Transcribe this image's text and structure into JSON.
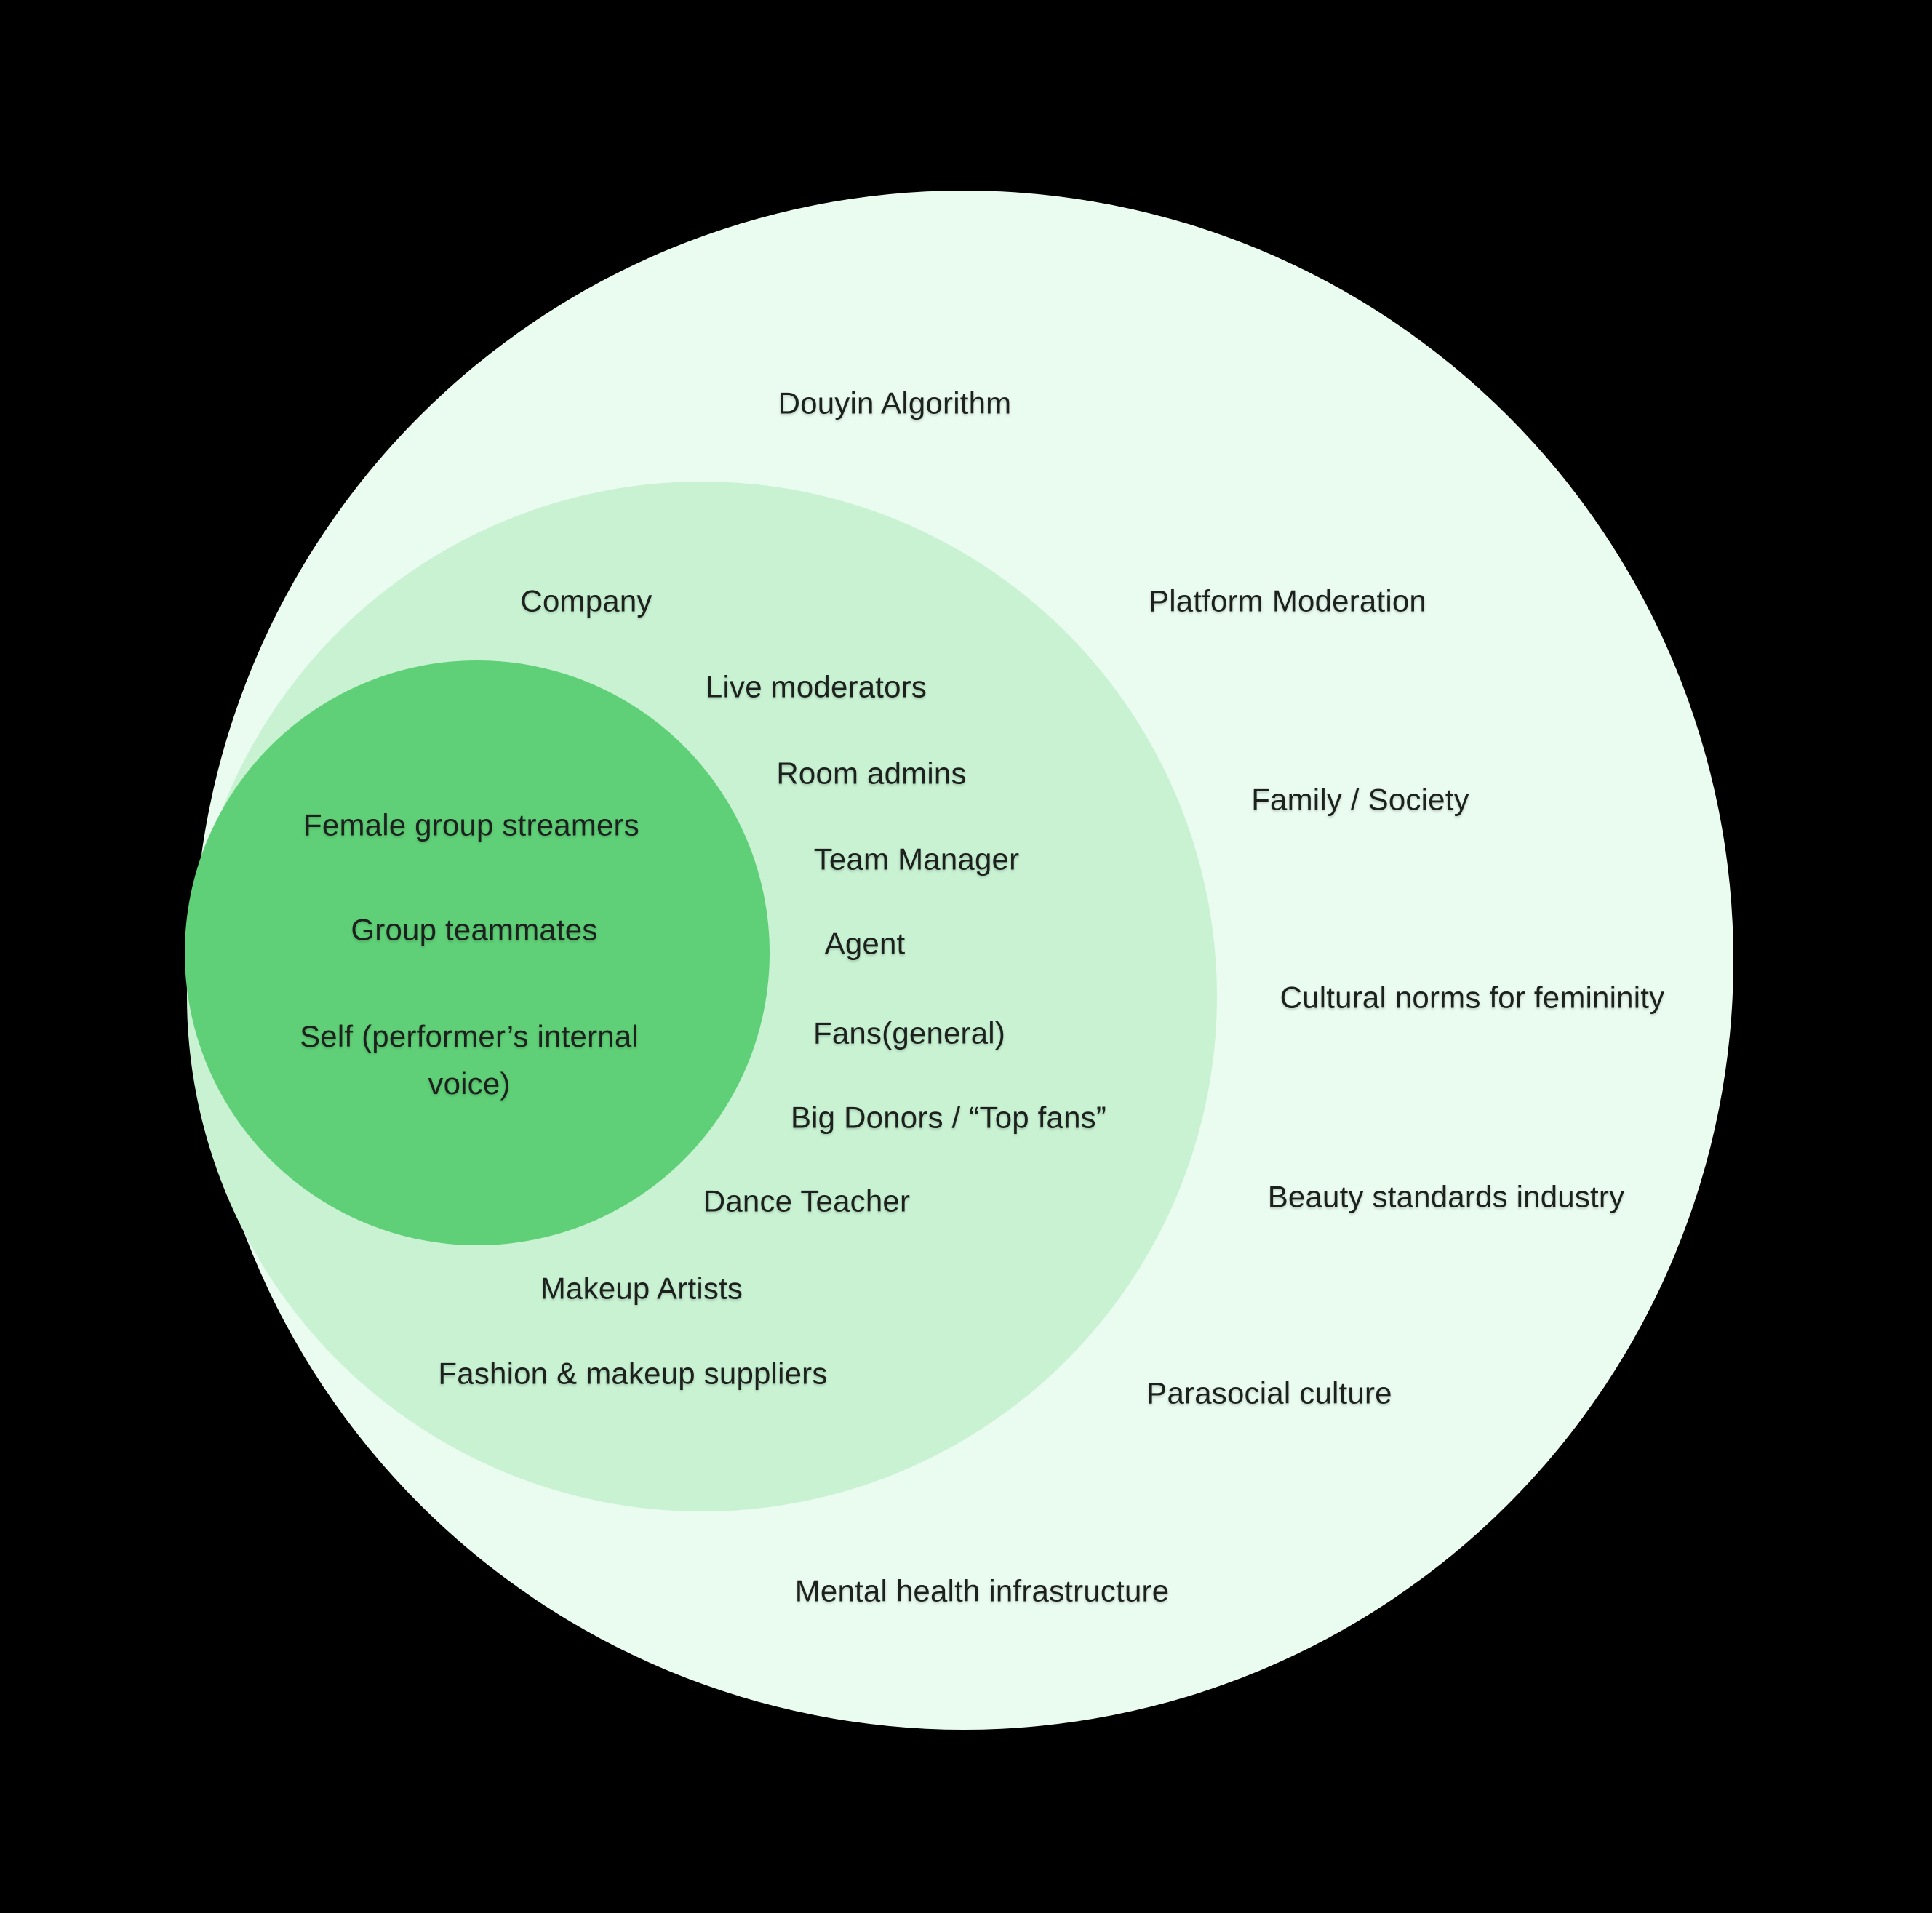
{
  "diagram": {
    "title_hint": "Nested ecological-systems map of influences on female group streamers",
    "background_color": "#000000",
    "text_color": "#1d211d",
    "rings": [
      {
        "name": "outer-macrosystem",
        "color": "#eafbf0",
        "labels": [
          {
            "text": "Douyin Algorithm"
          },
          {
            "text": "Platform Moderation"
          },
          {
            "text": "Family / Society"
          },
          {
            "text": "Cultural norms for femininity"
          },
          {
            "text": "Beauty standards industry"
          },
          {
            "text": "Parasocial culture"
          },
          {
            "text": "Mental health infrastructure"
          }
        ]
      },
      {
        "name": "middle-mesosystem",
        "color": "#c9f2d3",
        "labels": [
          {
            "text": "Company"
          },
          {
            "text": "Live moderators"
          },
          {
            "text": "Room admins"
          },
          {
            "text": "Team Manager"
          },
          {
            "text": "Agent"
          },
          {
            "text": "Fans(general)"
          },
          {
            "text": "Big Donors / “Top fans”"
          },
          {
            "text": "Dance Teacher"
          },
          {
            "text": "Makeup Artists"
          },
          {
            "text": "Fashion & makeup suppliers"
          }
        ]
      },
      {
        "name": "inner-microsystem",
        "color": "#5fd077",
        "labels": [
          {
            "text": "Female group streamers"
          },
          {
            "text": "Group teammates"
          },
          {
            "text": "Self (performer’s internal voice)"
          }
        ]
      }
    ]
  }
}
